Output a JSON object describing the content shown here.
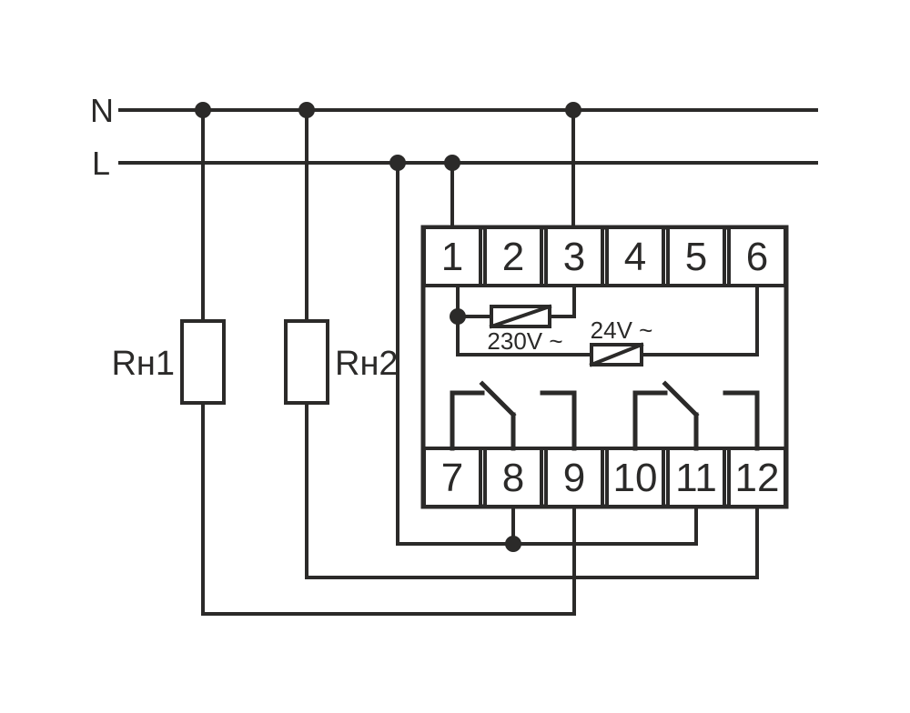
{
  "diagram": {
    "background_color": "#ffffff",
    "line_color": "#2b2a29",
    "labels": {
      "neutral": "N",
      "phase": "L",
      "load1": "Rн1",
      "load2": "Rн2",
      "coil1_voltage": "230V ~",
      "coil2_voltage": "24V ~"
    },
    "terminals": {
      "top": [
        "1",
        "2",
        "3",
        "4",
        "5",
        "6"
      ],
      "bottom": [
        "7",
        "8",
        "9",
        "10",
        "11",
        "12"
      ]
    }
  }
}
